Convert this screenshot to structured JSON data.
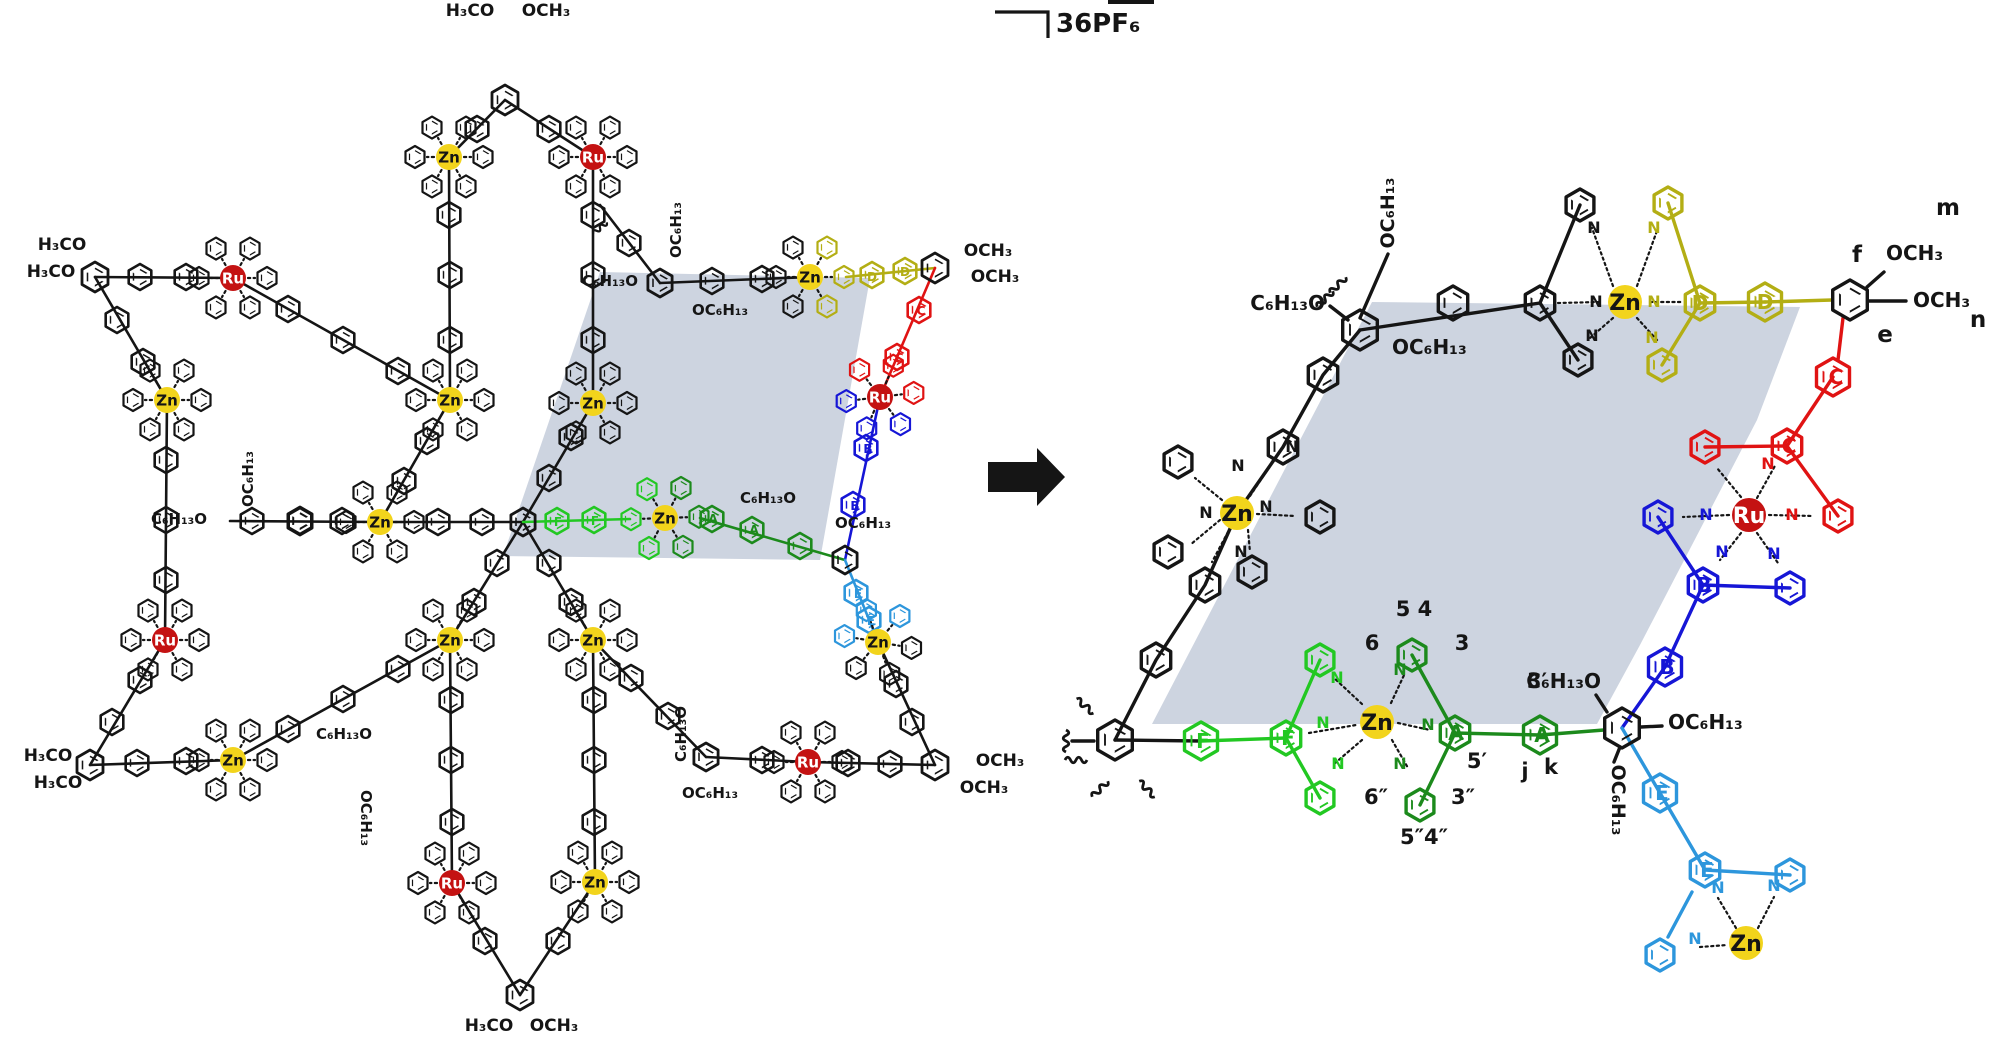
{
  "counterion": {
    "label": "36PF₆"
  },
  "metals": {
    "zn": "Zn",
    "ru": "Ru"
  },
  "atoms": {
    "n": "N"
  },
  "ligands": {
    "a": "A",
    "b": "B",
    "c": "C",
    "d": "D",
    "e": "E",
    "f": "F"
  },
  "formulas": {
    "h3co": "H₃CO",
    "och3": "OCH₃",
    "oc6h13": "OC₆H₁₃",
    "c6h13o": "C₆H₁₃O"
  },
  "site_labels": {
    "p54": "5 4",
    "p6": "6",
    "p3": "3",
    "p3p": "3′",
    "p5p": "5′",
    "p6pp": "6″",
    "p3pp": "3″",
    "p5pp4pp": "5″4″",
    "j": "j",
    "k": "k",
    "m": "m",
    "n": "n",
    "e": "e",
    "f": "f"
  },
  "colors": {
    "black": "#151515",
    "zn": "#F2D41C",
    "ru": "#C41212",
    "yellow": "#B3AE14",
    "red": "#E01313",
    "blue": "#1616D6",
    "green_light": "#22C822",
    "green_dark": "#1C8A1C",
    "cyan": "#2D96DC",
    "shade": "#CDD4E0"
  }
}
